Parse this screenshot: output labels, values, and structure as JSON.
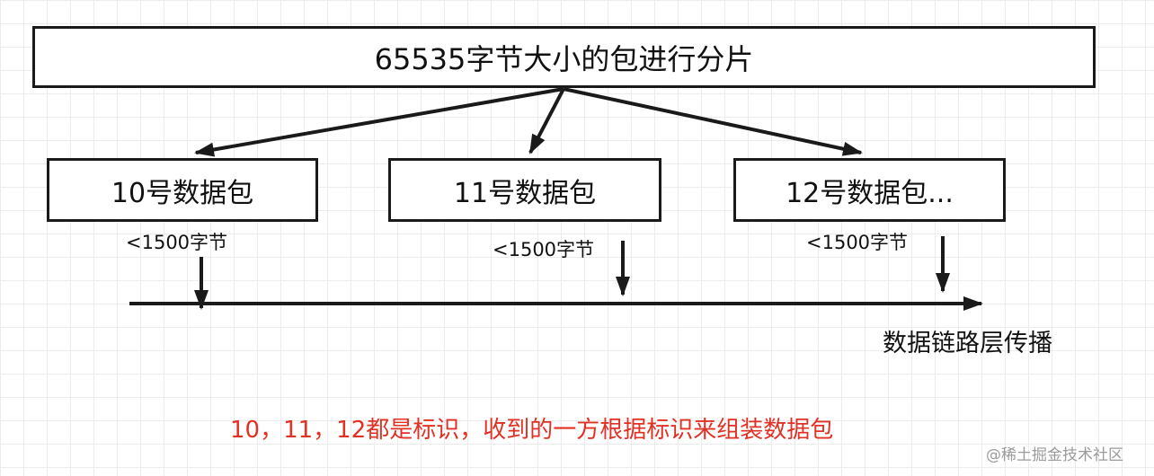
{
  "root_box": {
    "label": "65535字节大小的包进行分片"
  },
  "packets": [
    {
      "label": "10号数据包",
      "size": "<1500字节"
    },
    {
      "label": "11号数据包",
      "size": "<1500字节"
    },
    {
      "label": "12号数据包...",
      "size": "<1500字节"
    }
  ],
  "link_layer": {
    "label": "数据链路层传播"
  },
  "note": {
    "text": "10，11，12都是标识，收到的一方根据标识来组装数据包",
    "color": "#e03124"
  },
  "watermark": {
    "text": "@稀土掘金技术社区"
  },
  "colors": {
    "line": "#1a1a1a",
    "grid": "#ececec"
  }
}
